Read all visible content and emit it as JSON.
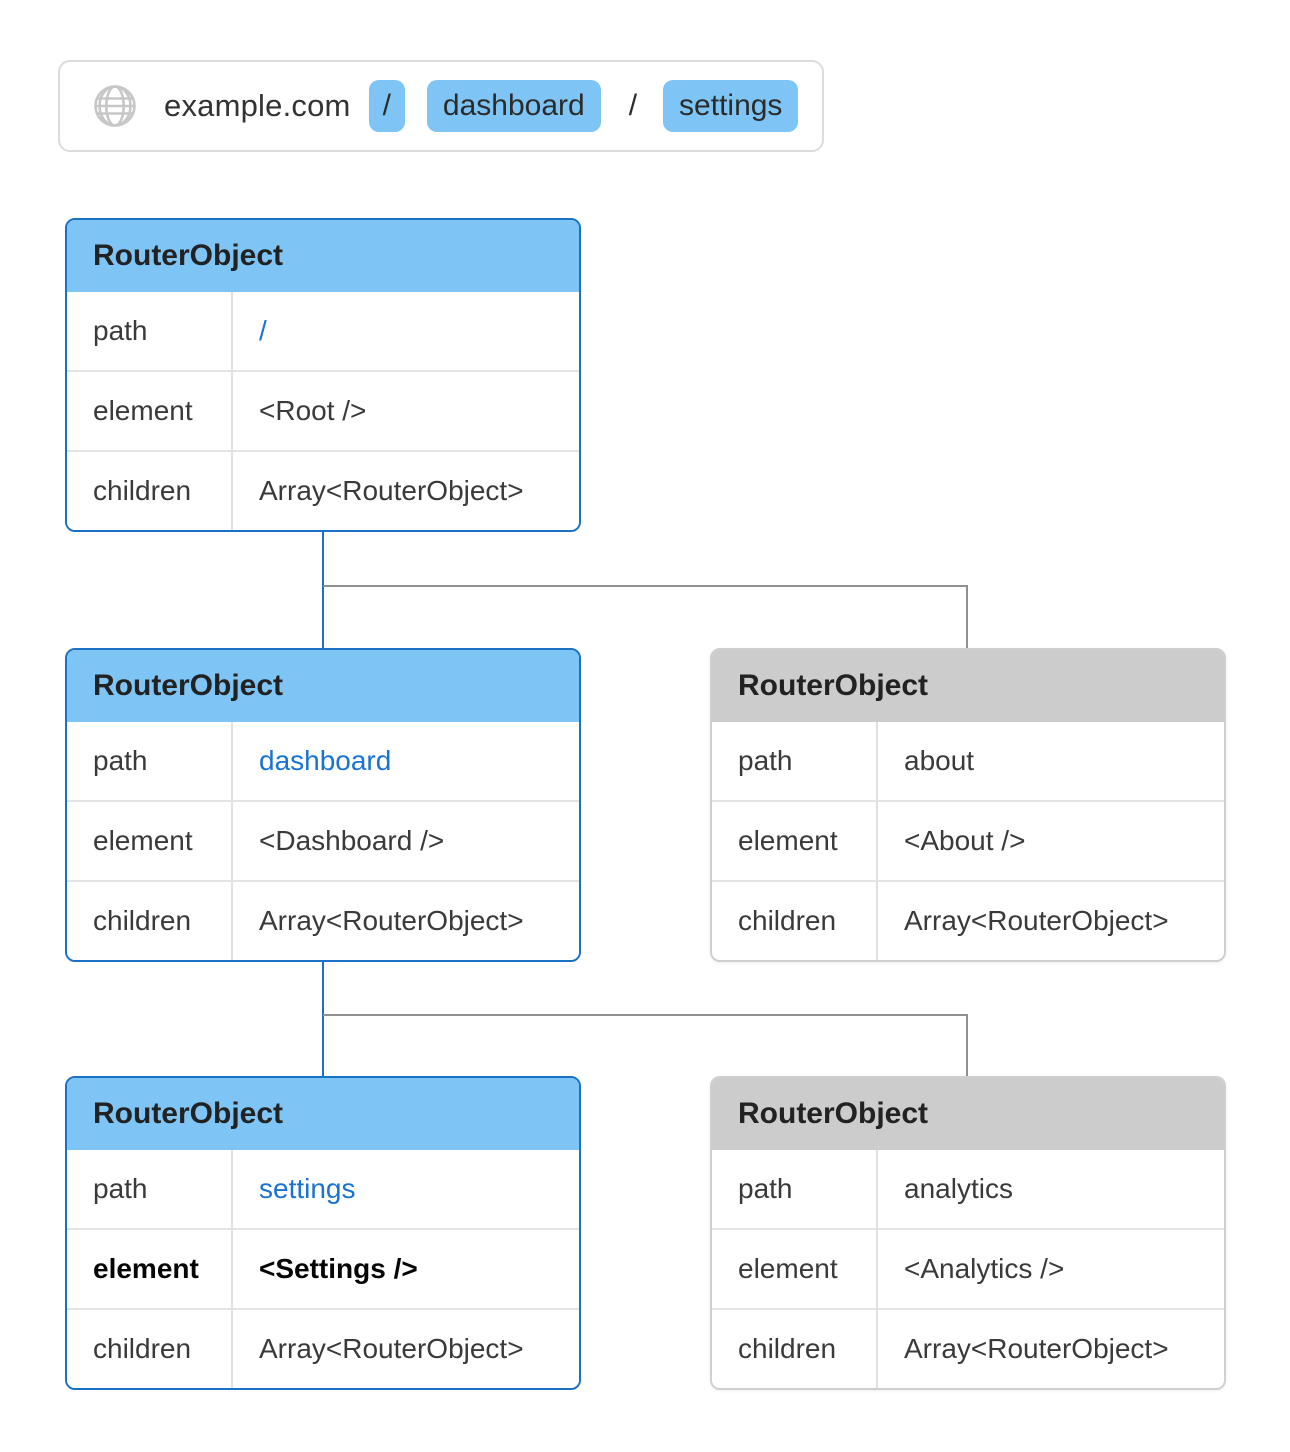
{
  "browser_bar": {
    "domain": "example.com",
    "segments": [
      {
        "label": "/",
        "highlighted": true
      },
      {
        "label": "dashboard",
        "highlighted": true
      },
      {
        "label": "/",
        "highlighted": false
      },
      {
        "label": "settings",
        "highlighted": true
      }
    ]
  },
  "tables": [
    {
      "title": "RouterObject",
      "variant": "active",
      "rows": [
        {
          "key": "path",
          "value": "/",
          "style": "link"
        },
        {
          "key": "element",
          "value": "<Root />",
          "style": "normal"
        },
        {
          "key": "children",
          "value": "Array<RouterObject>",
          "style": "normal"
        }
      ]
    },
    {
      "title": "RouterObject",
      "variant": "active",
      "rows": [
        {
          "key": "path",
          "value": "dashboard",
          "style": "link"
        },
        {
          "key": "element",
          "value": "<Dashboard />",
          "style": "normal"
        },
        {
          "key": "children",
          "value": "Array<RouterObject>",
          "style": "normal"
        }
      ]
    },
    {
      "title": "RouterObject",
      "variant": "inactive",
      "rows": [
        {
          "key": "path",
          "value": "about",
          "style": "normal"
        },
        {
          "key": "element",
          "value": "<About />",
          "style": "normal"
        },
        {
          "key": "children",
          "value": "Array<RouterObject>",
          "style": "normal"
        }
      ]
    },
    {
      "title": "RouterObject",
      "variant": "active",
      "rows": [
        {
          "key": "path",
          "value": "settings",
          "style": "link"
        },
        {
          "key": "element",
          "value": "<Settings />",
          "style": "emphasis"
        },
        {
          "key": "children",
          "value": "Array<RouterObject>",
          "style": "normal"
        }
      ]
    },
    {
      "title": "RouterObject",
      "variant": "inactive",
      "rows": [
        {
          "key": "path",
          "value": "analytics",
          "style": "normal"
        },
        {
          "key": "element",
          "value": "<Analytics />",
          "style": "normal"
        },
        {
          "key": "children",
          "value": "Array<RouterObject>",
          "style": "normal"
        }
      ]
    }
  ],
  "colors": {
    "active_header": "#7ec5f5",
    "active_border": "#1b72c4",
    "inactive_header": "#cccccc",
    "inactive_border": "#cfcfcf",
    "link_text": "#1a73d2",
    "chip_background": "#7ec5f5",
    "connector_active": "#1b72c4",
    "connector_inactive": "#909090"
  }
}
